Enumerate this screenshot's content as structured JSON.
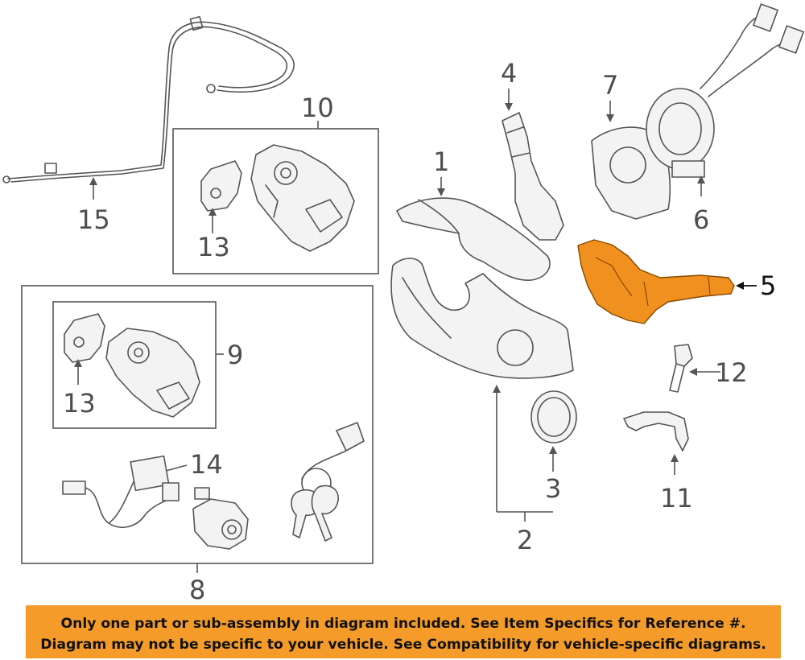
{
  "callouts": {
    "n1": "1",
    "n2": "2",
    "n3": "3",
    "n4": "4",
    "n5": "5",
    "n6": "6",
    "n7": "7",
    "n8": "8",
    "n9": "9",
    "n10": "10",
    "n11": "11",
    "n12": "12",
    "n13a": "13",
    "n13b": "13",
    "n14": "14",
    "n15": "15"
  },
  "disclaimer": {
    "line1": "Only one part or sub-assembly in diagram included. See Item Specifics for Reference #.",
    "line2": "Diagram may not be specific to your vehicle. See Compatibility for vehicle-specific diagrams."
  },
  "colors": {
    "highlight_part": "#f0901e",
    "banner": "#f49b2a",
    "line_art": "#555555"
  }
}
